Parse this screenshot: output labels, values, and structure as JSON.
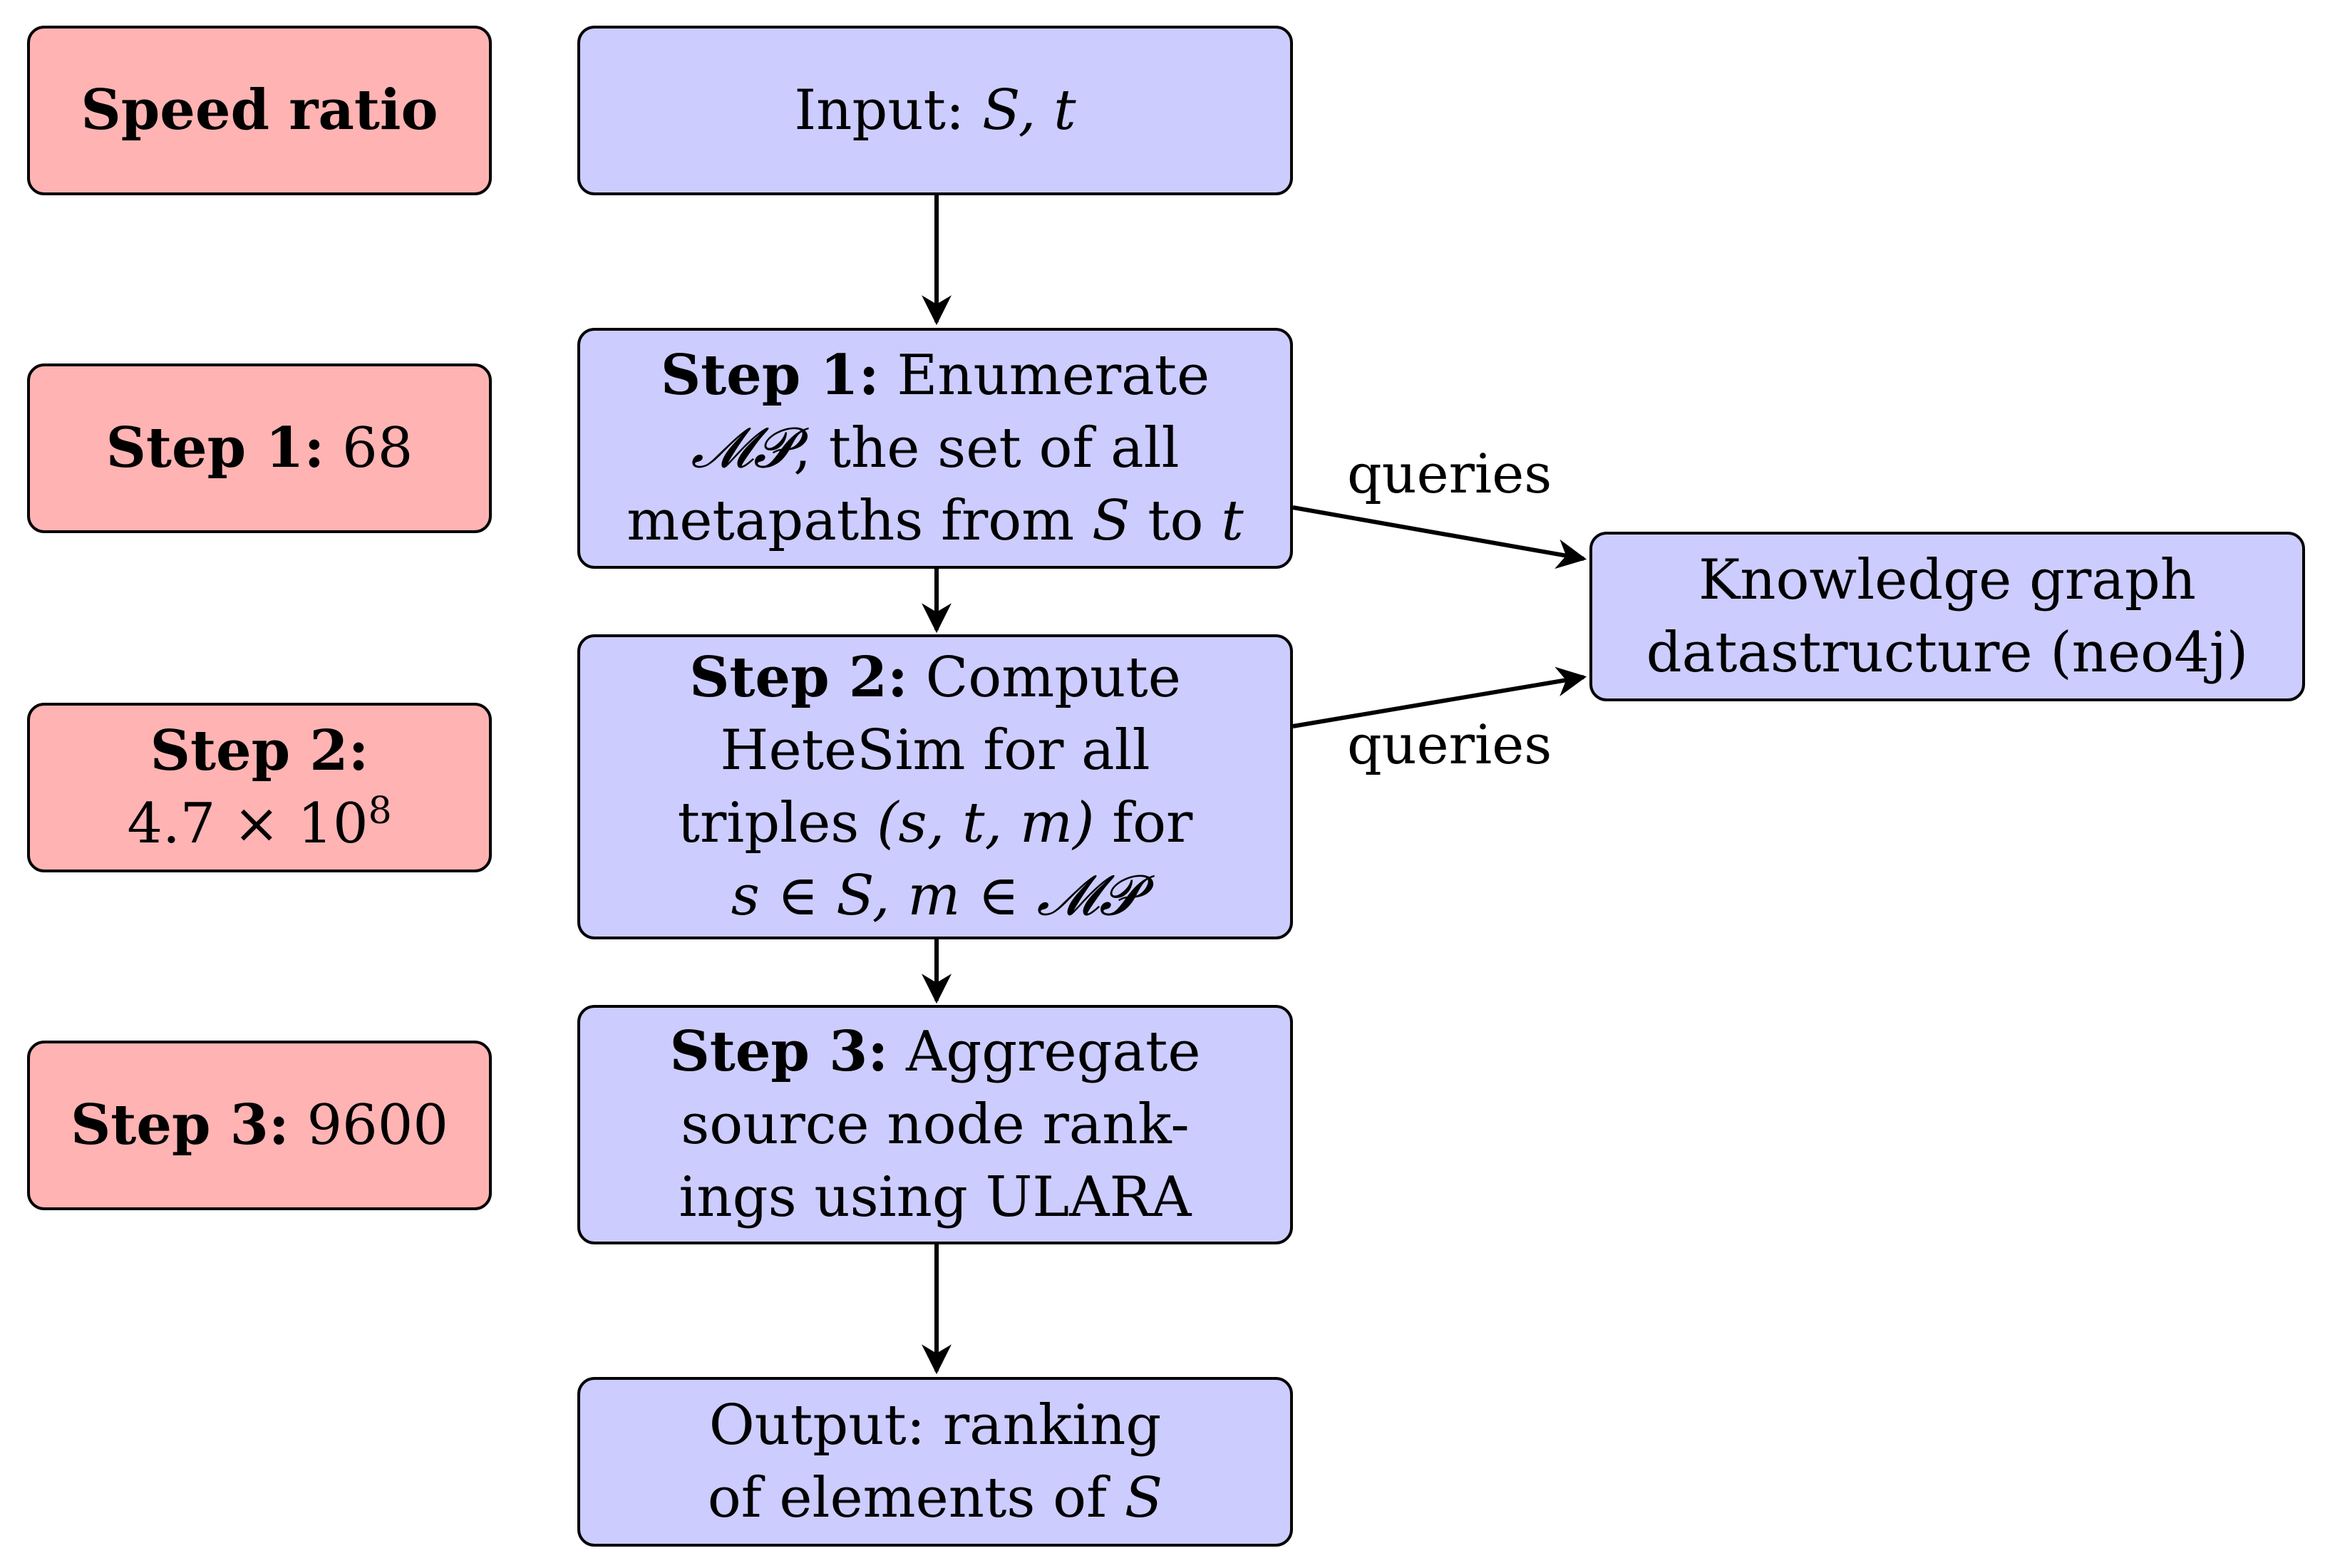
{
  "speed": {
    "header": "Speed ratio",
    "step1": {
      "label": "Step 1:",
      "value": "68"
    },
    "step2": {
      "label": "Step 2:",
      "value": "4.7 × 10",
      "exp": "8"
    },
    "step3": {
      "label": "Step 3:",
      "value": "9600"
    }
  },
  "flow": {
    "input": {
      "prefix": "Input:",
      "vars": "S, t"
    },
    "step1": {
      "label": "Step 1:",
      "line1_rest": "Enumerate",
      "line2_mp": "𝓜𝓟",
      "line2_rest": ", the set of all",
      "line3_a": "metapaths from ",
      "line3_s": "S",
      "line3_b": " to ",
      "line3_t": "t"
    },
    "step2": {
      "label": "Step 2:",
      "line1_rest": "Compute",
      "line2": "HeteSim for all",
      "line3_a": "triples ",
      "line3_math": "(s, t, m)",
      "line3_b": " for",
      "line4_math": "s ∈ S, m ∈ 𝓜𝓟"
    },
    "step3": {
      "label": "Step 3:",
      "line1_rest": "Aggregate",
      "line2": "source node rank-",
      "line3": "ings using ULARA"
    },
    "output": {
      "line1": "Output: ranking",
      "line2_a": "of elements of ",
      "line2_s": "S"
    }
  },
  "kg": {
    "line1": "Knowledge graph",
    "line2": "datastructure (neo4j)"
  },
  "edges": {
    "query_label_top": "queries",
    "query_label_bottom": "queries"
  }
}
